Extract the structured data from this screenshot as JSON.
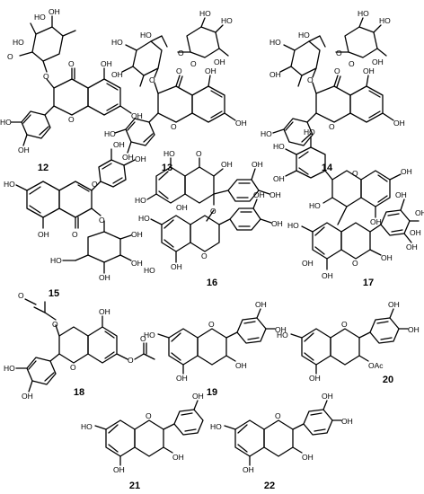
{
  "figure": {
    "compounds": [
      {
        "number": "12",
        "labels": [
          "HO",
          "HO",
          "OH",
          "O",
          "O",
          "O",
          "OH",
          "O",
          "OH",
          "HO",
          "OH"
        ]
      },
      {
        "number": "13",
        "labels": [
          "HO",
          "HO",
          "OH",
          "O",
          "O",
          "HO",
          "HO",
          "OH",
          "O",
          "OH",
          "O",
          "OH",
          "O",
          "HO",
          "OH"
        ]
      },
      {
        "number": "14",
        "labels": [
          "HO",
          "HO",
          "OH",
          "O",
          "O",
          "HO",
          "HO",
          "OH",
          "O",
          "OH",
          "O",
          "OH",
          "O",
          "HO"
        ]
      },
      {
        "number": "15",
        "labels": [
          "OH",
          "HO",
          "O",
          "OH",
          "OH",
          "O",
          "O",
          "OH",
          "HO",
          "OH",
          "OH"
        ]
      },
      {
        "number": "16",
        "labels": [
          "HO",
          "O",
          "OH",
          "OH",
          "HO",
          "OH",
          "OH",
          "O",
          "OH",
          "HO",
          "O",
          "OH",
          "OH",
          "HO"
        ]
      },
      {
        "number": "17",
        "labels": [
          "HO",
          "HO",
          "OH",
          "O",
          "OH",
          "HO",
          "OH",
          "OH",
          "OH",
          "HO",
          "O",
          "OH",
          "OH",
          "OH",
          "OH",
          "OH"
        ]
      },
      {
        "number": "18",
        "labels": [
          "O",
          "OH",
          "O",
          "HO",
          "OH",
          "O",
          "O",
          "O"
        ]
      },
      {
        "number": "19",
        "labels": [
          "HO",
          "O",
          "OH",
          "OH",
          "OH",
          "OH"
        ]
      },
      {
        "number": "20",
        "labels": [
          "HO",
          "O",
          "OH",
          "OH",
          "OH",
          "OAc"
        ]
      },
      {
        "number": "21",
        "labels": [
          "HO",
          "O",
          "OH",
          "OH",
          "OH"
        ]
      },
      {
        "number": "22",
        "labels": [
          "HO",
          "O",
          "OH",
          "OH",
          "OH",
          "OH"
        ]
      }
    ]
  }
}
